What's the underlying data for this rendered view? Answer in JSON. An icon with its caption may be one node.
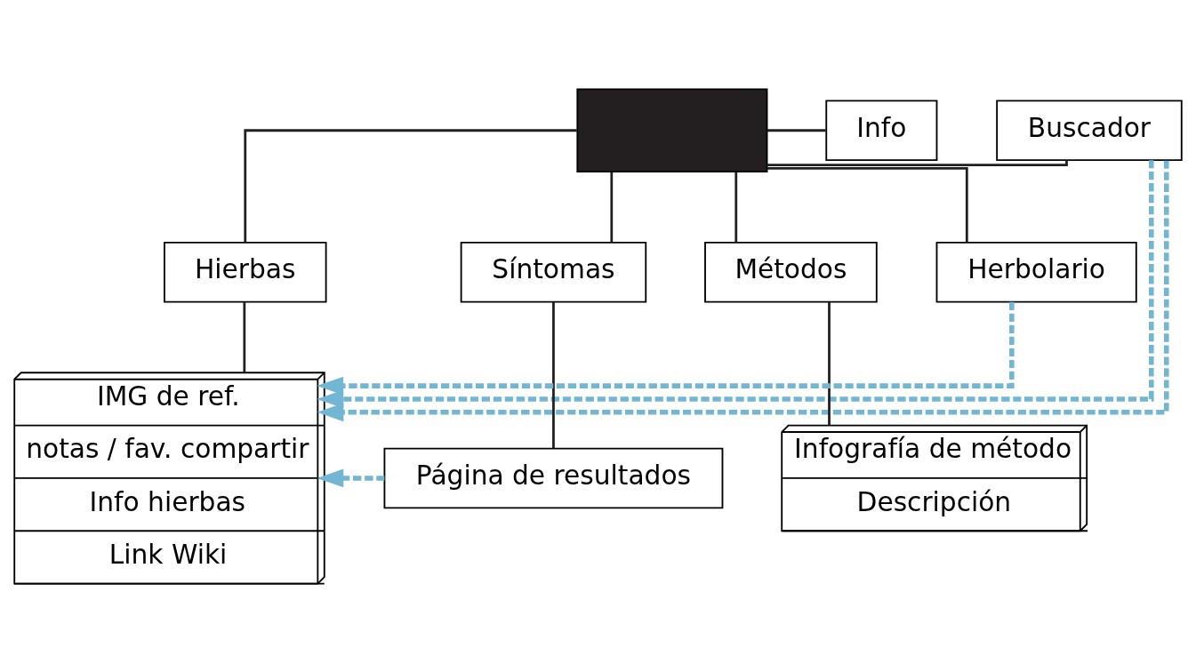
{
  "diagram": {
    "nodes": [
      {
        "text": [],
        "shape": "box"
      },
      {
        "text": [
          "Buscador"
        ]
      },
      {
        "text": [
          "Info"
        ]
      },
      {
        "text": [
          "Hierbas"
        ]
      },
      {
        "text": [
          "Síntomas"
        ]
      },
      {
        "text": [
          "Métodos"
        ]
      },
      {
        "text": [
          "Herbolario"
        ]
      },
      {
        "text": [
          "IMG de ref.",
          "notas / fav. compartir",
          "Info hierbas",
          "Link Wiki"
        ]
      },
      {
        "text": [
          "Página de resultados"
        ]
      },
      {
        "text": [
          "Infografía de método",
          "Descripción"
        ]
      }
    ],
    "edges": [
      {
        "from": 0,
        "to": 1,
        "arrow": "none"
      },
      {
        "from": 0,
        "to": 2,
        "arrow": "none"
      },
      {
        "from": 0,
        "to": 3,
        "arrow": "none"
      },
      {
        "from": 0,
        "to": 4,
        "arrow": "none"
      },
      {
        "from": 0,
        "to": 5,
        "arrow": "none"
      },
      {
        "from": 0,
        "to": 6,
        "arrow": "none"
      },
      {
        "from": 3,
        "to": 7,
        "arrow": "none"
      },
      {
        "from": 4,
        "to": 8,
        "arrow": "none"
      },
      {
        "from": 5,
        "to": 9,
        "arrow": "none"
      },
      {
        "from": 8,
        "to": 7,
        "arrow": "to",
        "style": "dashed",
        "color": "#72b6d3"
      },
      {
        "from": 1,
        "to": 7,
        "arrow": "to",
        "style": "dashed",
        "color": "#72b6d3"
      },
      {
        "from": 1,
        "to": 7,
        "arrow": "to",
        "style": "dashed",
        "color": "#72b6d3"
      },
      {
        "from": 6,
        "to": 7,
        "arrow": "to",
        "style": "dashed",
        "color": "#72b6d3"
      }
    ]
  }
}
